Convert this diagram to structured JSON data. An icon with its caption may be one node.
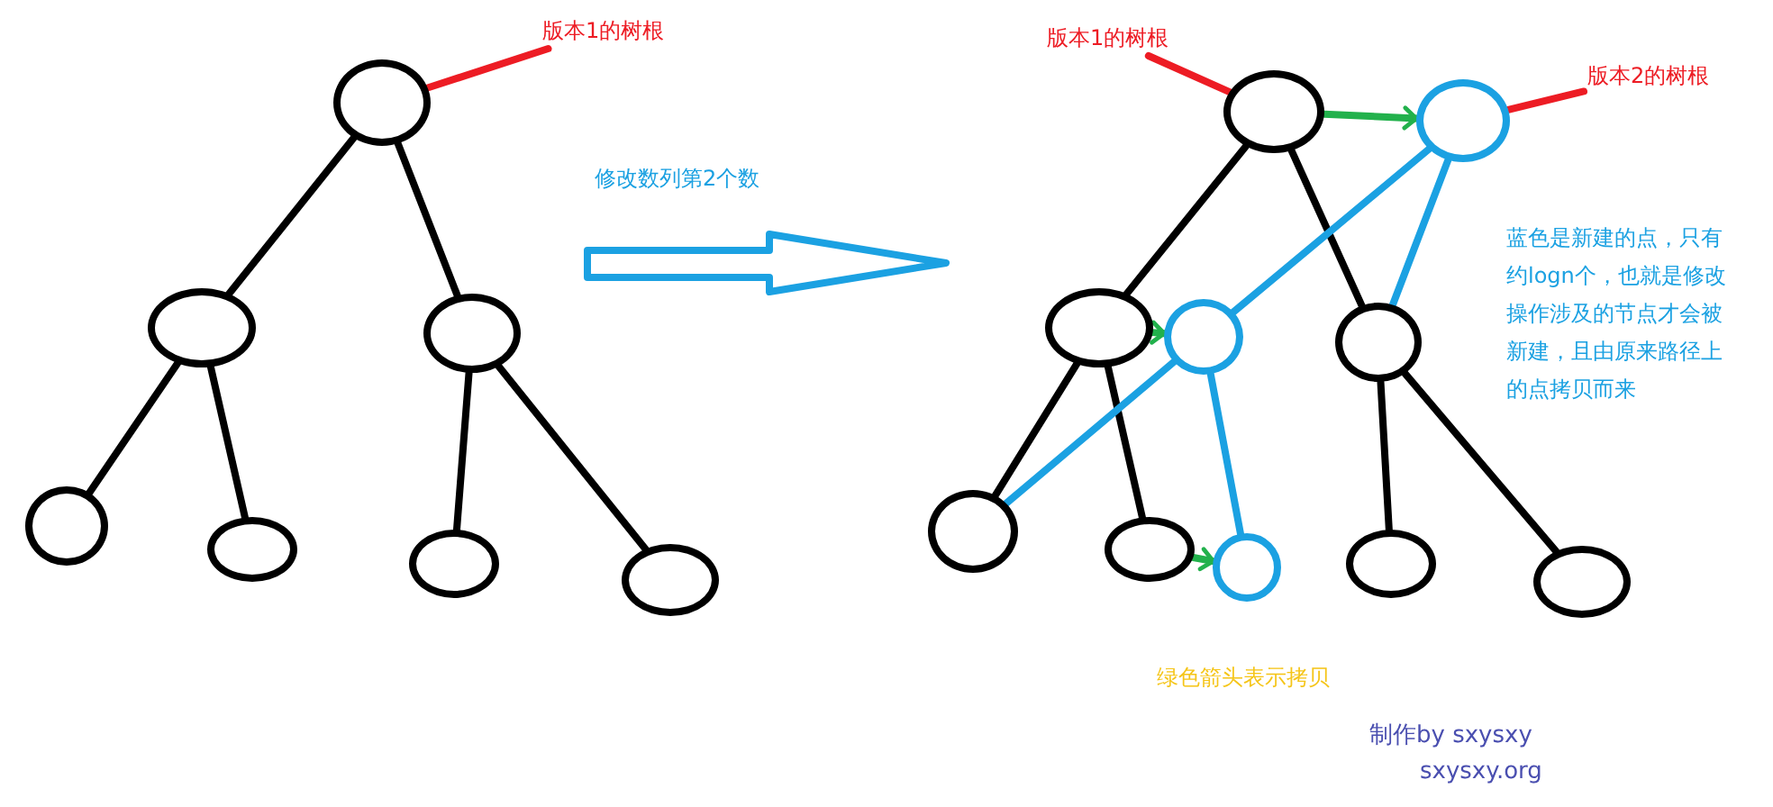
{
  "diagram": {
    "nodes": [
      {
        "text": [],
        "shape": "circle"
      },
      {
        "text": [],
        "shape": "circle"
      },
      {
        "text": [],
        "shape": "circle"
      },
      {
        "text": [],
        "shape": "circle"
      },
      {
        "text": [],
        "shape": "circle"
      },
      {
        "text": [],
        "shape": "circle"
      },
      {
        "text": [],
        "shape": "circle"
      },
      {
        "text": [],
        "shape": "circle"
      },
      {
        "text": [],
        "shape": "circle"
      },
      {
        "text": [],
        "shape": "circle"
      },
      {
        "text": [],
        "shape": "circle"
      },
      {
        "text": [],
        "shape": "circle"
      },
      {
        "text": [],
        "shape": "circle"
      },
      {
        "text": [],
        "shape": "circle"
      },
      {
        "text": [],
        "shape": "circle"
      },
      {
        "text": [],
        "shape": "circle"
      },
      {
        "text": [],
        "shape": "circle"
      },
      {
        "text": [
          "版本1的树根"
        ]
      },
      {
        "text": [
          "版本1的树根"
        ]
      },
      {
        "text": [
          "版本2的树根"
        ]
      }
    ],
    "edges": [
      {
        "from": 0,
        "to": 1,
        "arrow": "none"
      },
      {
        "from": 0,
        "to": 2,
        "arrow": "none"
      },
      {
        "from": 1,
        "to": 3,
        "arrow": "none"
      },
      {
        "from": 1,
        "to": 4,
        "arrow": "none"
      },
      {
        "from": 2,
        "to": 5,
        "arrow": "none"
      },
      {
        "from": 2,
        "to": 6,
        "arrow": "none"
      },
      {
        "from": 7,
        "to": 8,
        "arrow": "none"
      },
      {
        "from": 7,
        "to": 9,
        "arrow": "none"
      },
      {
        "from": 8,
        "to": 10,
        "arrow": "none"
      },
      {
        "from": 8,
        "to": 11,
        "arrow": "none"
      },
      {
        "from": 9,
        "to": 12,
        "arrow": "none"
      },
      {
        "from": 9,
        "to": 13,
        "arrow": "none"
      },
      {
        "from": 14,
        "to": 15,
        "arrow": "none",
        "color": "#1ba1e2"
      },
      {
        "from": 15,
        "to": 10,
        "arrow": "none",
        "color": "#1ba1e2"
      },
      {
        "from": 14,
        "to": 9,
        "arrow": "none",
        "color": "#1ba1e2"
      },
      {
        "from": 15,
        "to": 16,
        "arrow": "none",
        "color": "#1ba1e2"
      },
      {
        "from": 7,
        "to": 14,
        "arrow": "to",
        "color": "#22b14c"
      },
      {
        "from": 8,
        "to": 15,
        "arrow": "to",
        "color": "#22b14c"
      },
      {
        "from": 11,
        "to": 16,
        "arrow": "to",
        "color": "#22b14c"
      },
      {
        "from": 17,
        "to": 0,
        "arrow": "none",
        "color": "#ed1c24"
      },
      {
        "from": 18,
        "to": 7,
        "arrow": "none",
        "color": "#ed1c24"
      },
      {
        "from": 19,
        "to": 14,
        "arrow": "none",
        "color": "#ed1c24"
      }
    ],
    "labels": [
      "修改数列第2个数",
      "蓝色是新建的点，只有约logn个，也就是修改操作涉及的节点才会被新建，且由原来路径上的点拷贝而来",
      "绿色箭头表示拷贝",
      "制作by sxysxy",
      "sxysxy.org"
    ]
  }
}
